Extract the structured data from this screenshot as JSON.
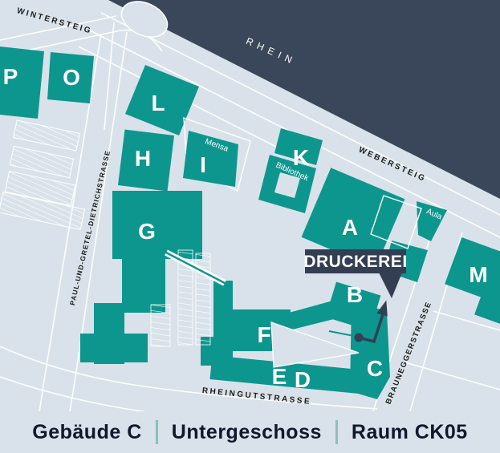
{
  "map": {
    "river_label": "RHEIN",
    "streets": {
      "wintersteig": "WINTERSTEIG",
      "webersteig": "WEBERSTEIG",
      "dietrichstrasse": "PAUL-UND-GRETEL-DIETRICHSTRASSE",
      "rheingutstrasse": "RHEINGUTSTRASSE",
      "brauneggerstrasse": "BRAUNEGGERSTRASSE"
    },
    "buildings": {
      "p": "P",
      "o": "O",
      "l": "L",
      "h": "H",
      "i": "I",
      "g": "G",
      "k": "K",
      "a": "A",
      "b": "B",
      "c": "C",
      "d": "D",
      "e": "E",
      "f": "F",
      "m": "M"
    },
    "places": {
      "mensa": "Mensa",
      "bibliothek": "Bibliothek",
      "aula": "Aula"
    },
    "callout": {
      "label": "DRUCKEREI"
    },
    "colors": {
      "background": "#d9e2ea",
      "building": "#0d968e",
      "water": "#3a4659",
      "callout_bg": "#333e52",
      "route": "#343f54",
      "street_line": "#ffffff",
      "label_dark": "#1d1d1b",
      "separator": "#8fbdba",
      "caption_text": "#10192b",
      "courtyard": "#dfe8ef"
    }
  },
  "caption": {
    "building": "Gebäude C",
    "separator": "|",
    "floor": "Untergeschoss",
    "room": "Raum CK05"
  }
}
